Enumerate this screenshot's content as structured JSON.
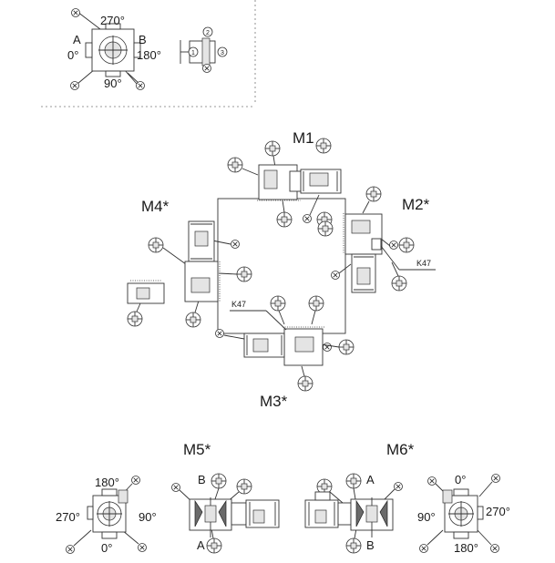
{
  "legend": {
    "angle_top": "270°",
    "side_a": "A",
    "angle_left": "0°",
    "side_b": "B",
    "angle_right": "180°",
    "angle_bottom": "90°",
    "marker_x": "X",
    "terminal_positions": [
      "1",
      "2",
      "3"
    ]
  },
  "positions": {
    "m1": "M1",
    "m2": "M2*",
    "m3": "M3*",
    "m4": "M4*",
    "m5": "M5*",
    "m6": "M6*"
  },
  "model_labels": {
    "k47_right": "K47",
    "k47_bottom": "K47"
  },
  "m5": {
    "angle_top": "180°",
    "angle_left": "270°",
    "angle_right": "90°",
    "angle_bottom": "0°",
    "side_top": "B",
    "side_bottom": "A"
  },
  "m6": {
    "angle_top": "0°",
    "angle_left": "90°",
    "angle_right": "270°",
    "angle_bottom": "180°",
    "side_top": "A",
    "side_bottom": "B"
  },
  "colors": {
    "line": "#333333",
    "fill_light": "#e4e4e4",
    "fill_dark": "#6a6a6a"
  }
}
